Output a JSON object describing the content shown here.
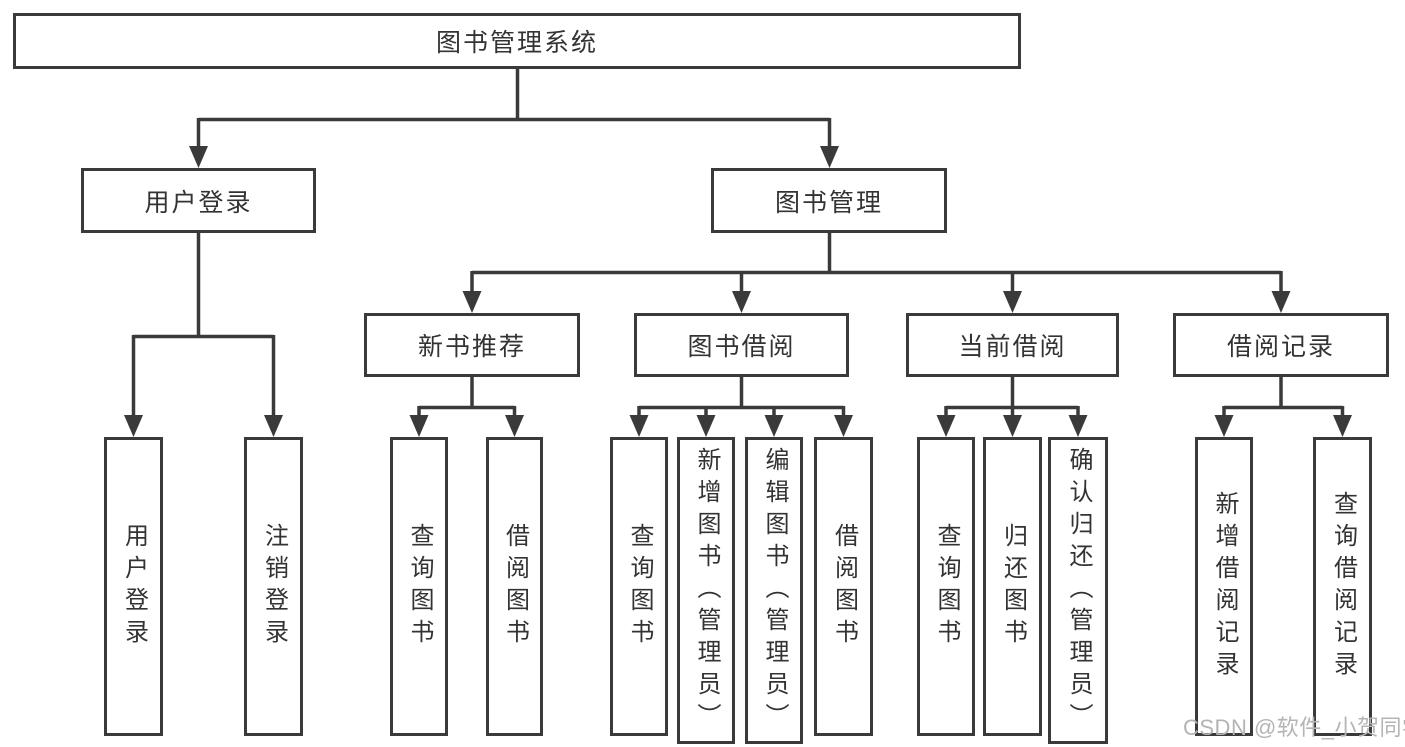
{
  "diagram": {
    "type": "hierarchy-tree",
    "tree": {
      "label": "图书管理系统",
      "children": [
        {
          "label": "用户登录",
          "children": [
            {
              "label": "用户登录"
            },
            {
              "label": "注销登录"
            }
          ]
        },
        {
          "label": "图书管理",
          "children": [
            {
              "label": "新书推荐",
              "children": [
                {
                  "label": "查询图书"
                },
                {
                  "label": "借阅图书"
                }
              ]
            },
            {
              "label": "图书借阅",
              "children": [
                {
                  "label": "查询图书"
                },
                {
                  "label": "新增图书（管理员）"
                },
                {
                  "label": "编辑图书（管理员）"
                },
                {
                  "label": "借阅图书"
                }
              ]
            },
            {
              "label": "当前借阅",
              "children": [
                {
                  "label": "查询图书"
                },
                {
                  "label": "归还图书"
                },
                {
                  "label": "确认归还（管理员）"
                }
              ]
            },
            {
              "label": "借阅记录",
              "children": [
                {
                  "label": "新增借阅记录"
                },
                {
                  "label": "查询借阅记录"
                }
              ]
            }
          ]
        }
      ]
    },
    "colors": {
      "line": "#3a3a3a",
      "text": "#333333",
      "box_background": "#ffffff",
      "watermark": "#b4b4b4"
    }
  },
  "watermark": {
    "text": "CSDN @软件_小贺同学"
  }
}
